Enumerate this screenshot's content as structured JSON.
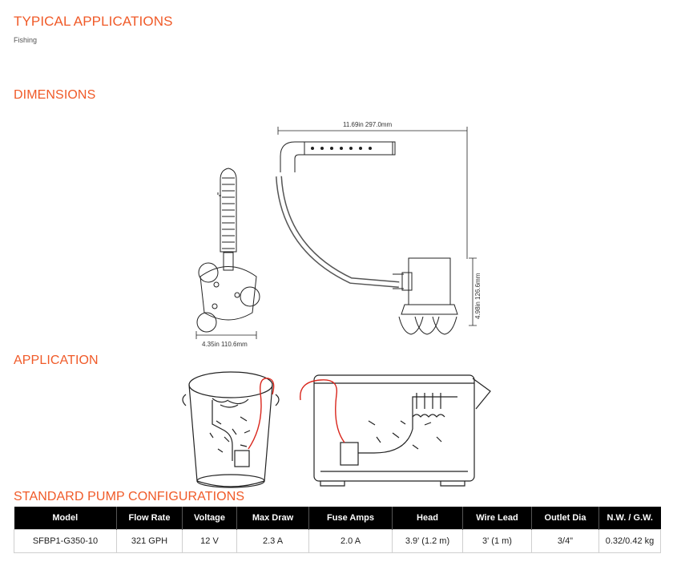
{
  "headings": {
    "typical_applications": "TYPICAL APPLICATIONS",
    "dimensions": "DIMENSIONS",
    "application": "APPLICATION",
    "standard_pump_configurations": "STANDARD PUMP CONFIGURATIONS"
  },
  "typical_applications_value": "Fishing",
  "dimensions": {
    "length": "11.69in 297.0mm",
    "height": "4.98in 126.6mm",
    "width": "4.35in 110.6mm"
  },
  "table": {
    "headers": [
      "Model",
      "Flow Rate",
      "Voltage",
      "Max Draw",
      "Fuse Amps",
      "Head",
      "Wire Lead",
      "Outlet Dia",
      "N.W. / G.W."
    ],
    "rows": [
      [
        "SFBP1-G350-10",
        "321 GPH",
        "12 V",
        "2.3 A",
        "2.0 A",
        "3.9' (1.2 m)",
        "3' (1 m)",
        "3/4\"",
        "0.32/0.42 kg"
      ]
    ]
  },
  "colors": {
    "accent": "#f05a28",
    "header_bg": "#000000",
    "wire": "#d9261c"
  }
}
